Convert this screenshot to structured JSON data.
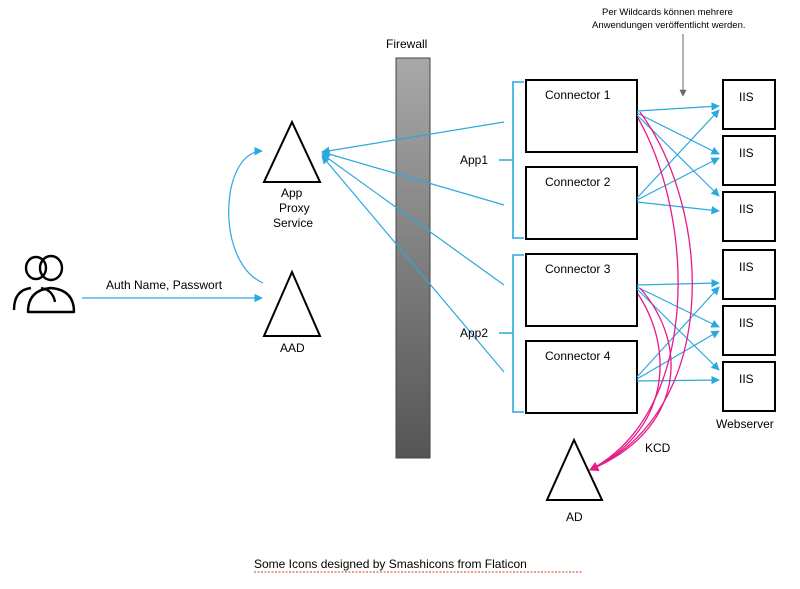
{
  "note": {
    "line1": "Per Wildcards können mehrere",
    "line2": "Anwendungen veröffentlicht werden."
  },
  "firewall": {
    "label": "Firewall"
  },
  "users": {
    "icon": "users-icon"
  },
  "auth": {
    "label": "Auth Name, Passwort"
  },
  "proxy": {
    "line1": "App",
    "line2": "Proxy",
    "line3": "Service"
  },
  "aad": {
    "label": "AAD"
  },
  "ad": {
    "label": "AD"
  },
  "apps": [
    {
      "label": "App1"
    },
    {
      "label": "App2"
    }
  ],
  "connectors": [
    {
      "label": "Connector 1"
    },
    {
      "label": "Connector 2"
    },
    {
      "label": "Connector 3"
    },
    {
      "label": "Connector 4"
    }
  ],
  "servers": [
    {
      "label": "IIS"
    },
    {
      "label": "IIS"
    },
    {
      "label": "IIS"
    },
    {
      "label": "IIS"
    },
    {
      "label": "IIS"
    },
    {
      "label": "IIS"
    }
  ],
  "webserver": {
    "label": "Webserver"
  },
  "kcd": {
    "label": "KCD"
  },
  "credit": {
    "label": "Some Icons designed by Smashicons from Flaticon"
  },
  "colors": {
    "link": "#2aa8df",
    "kcd": "#e8198b",
    "firewall_dark": "#555555",
    "firewall_light": "#a8a8a8"
  }
}
